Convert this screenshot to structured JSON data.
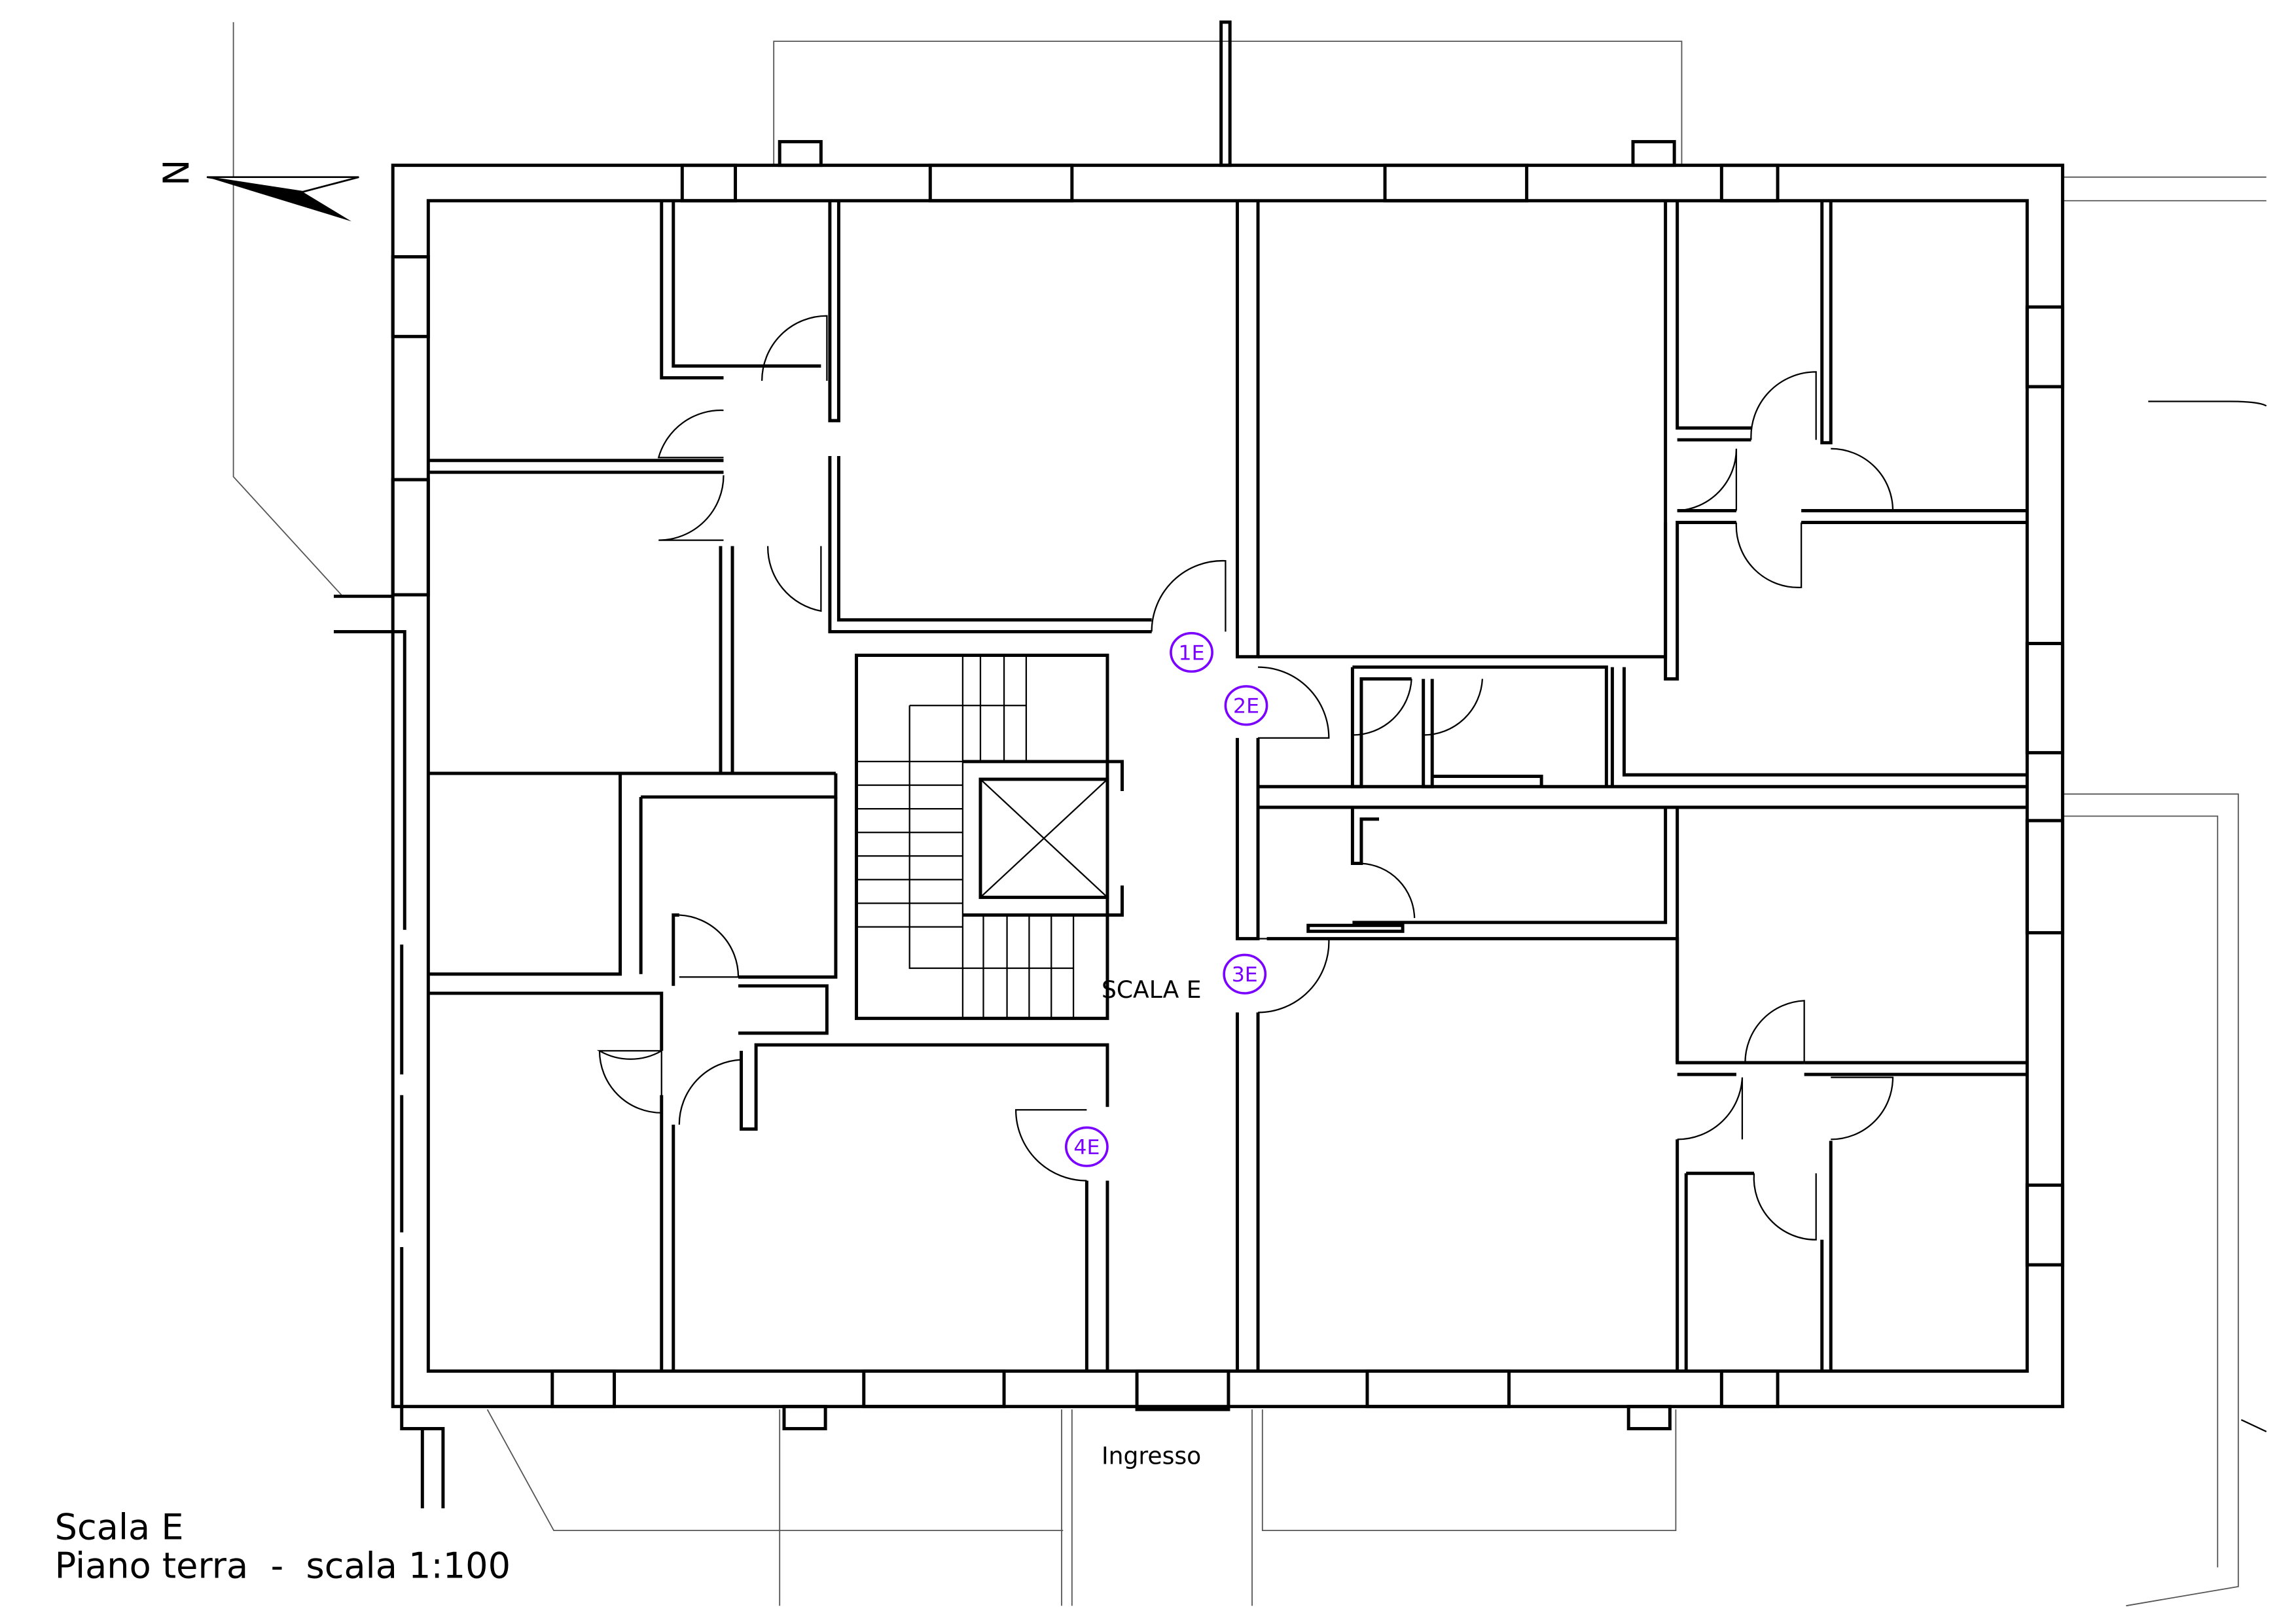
{
  "drawing": {
    "north_label": "N",
    "stair_label": "SCALA E",
    "entrance_label": "Ingresso",
    "title_line1": "Scala E",
    "title_line2": "Piano terra  -  scala 1:100"
  },
  "units": [
    {
      "label": "1E"
    },
    {
      "label": "2E"
    },
    {
      "label": "3E"
    },
    {
      "label": "4E"
    }
  ],
  "colors": {
    "unit_marker": "#7a00ff",
    "walls": "#000000"
  }
}
